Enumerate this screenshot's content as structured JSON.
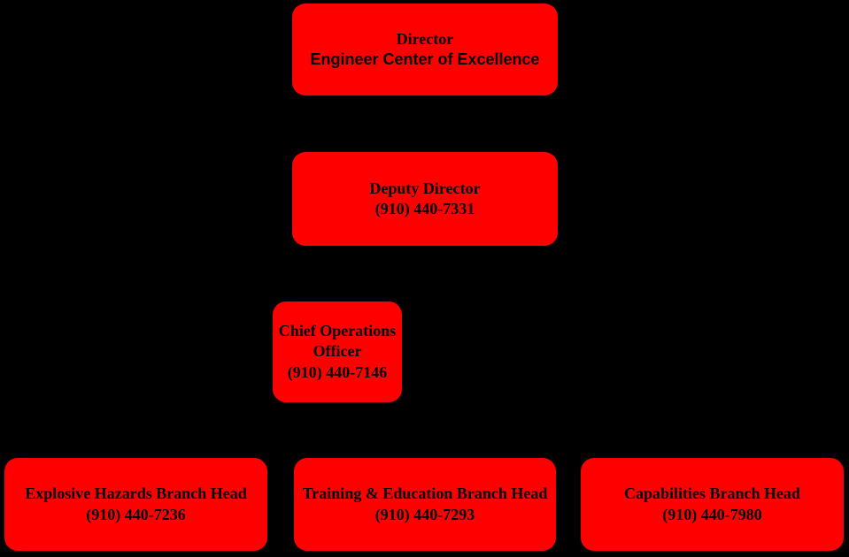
{
  "diagram": {
    "type": "org-chart",
    "colors": {
      "background": "#000000",
      "node_fill": "#ff0000",
      "node_text": "#000000"
    },
    "nodes": {
      "director": {
        "line1": "Director",
        "line2": "Engineer Center of Excellence"
      },
      "deputy_director": {
        "line1": "Deputy Director",
        "line2": "(910) 440-7331"
      },
      "chief_operations_officer": {
        "line1": "Chief Operations Officer",
        "line2": "(910) 440-7146"
      },
      "explosive_hazards_branch": {
        "line1": "Explosive Hazards Branch Head",
        "line2": "(910) 440-7236"
      },
      "training_education_branch": {
        "line1": "Training & Education Branch Head",
        "line2": "(910) 440-7293"
      },
      "capabilities_branch": {
        "line1": "Capabilities Branch Head",
        "line2": "(910) 440-7980"
      }
    }
  }
}
